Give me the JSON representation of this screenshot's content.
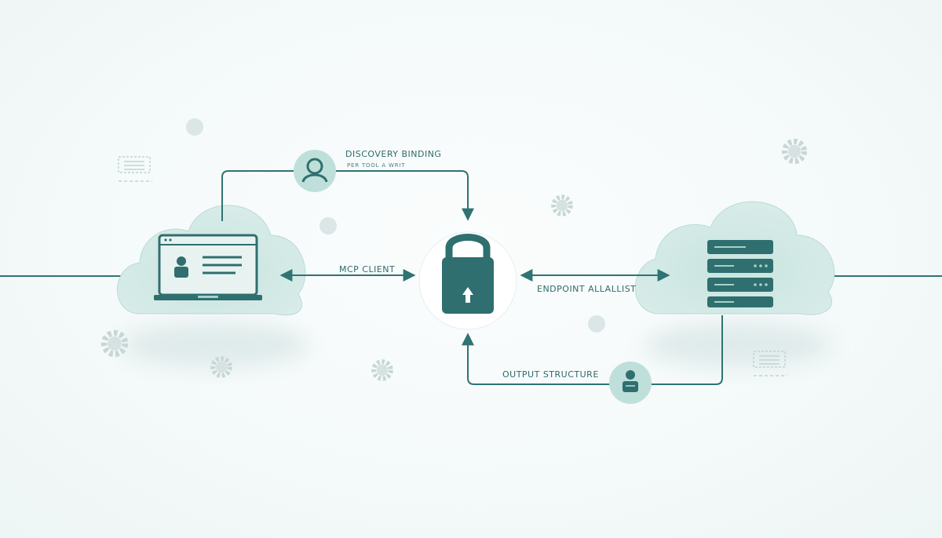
{
  "labels": {
    "discovery_binding": "DISCOVERY BINDING",
    "discovery_sub": "PER TOOL A WRIT",
    "mcp_client": "MCP CLIENT",
    "endpoint_allowlist": "ENDPOINT ALLALLIST",
    "output_structure": "OUTPUT STRUCTURE"
  },
  "icons": {
    "client": "laptop-user-icon",
    "gate": "padlock-icon",
    "server": "server-rack-icon",
    "discovery": "user-avatar-icon",
    "output": "user-badge-icon",
    "decor": "gear-icon"
  },
  "colors": {
    "accent": "#2f7373",
    "cloud": "#cfe6e2",
    "cloud_edge": "#b9dbd6",
    "icon_bg": "#bfe0da",
    "lock": "#2f6f6f"
  }
}
